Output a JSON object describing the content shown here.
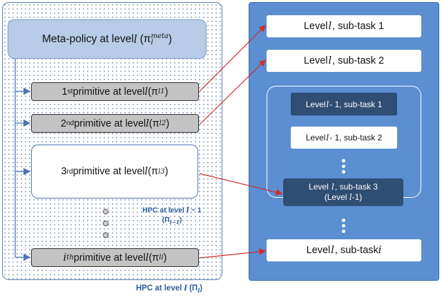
{
  "left_panel": {
    "meta_policy": {
      "text": "Meta-policy at level ",
      "var": "l",
      "paren_open": "(π",
      "sub": "l",
      "sup": "meta",
      "paren_close": ")"
    },
    "primitives": [
      {
        "ordinal": "1",
        "suffix": "st",
        "text": " primitive at level ",
        "var": "l",
        "paren_open": " (π",
        "sub": "l1",
        "paren_close": ")"
      },
      {
        "ordinal": "2",
        "suffix": "nd",
        "text": " primitive at level ",
        "var": "l",
        "paren_open": " (π",
        "sub": "l2",
        "paren_close": ")"
      },
      {
        "ordinal": "3",
        "suffix": "rd",
        "text": " primitive at level ",
        "var": "l",
        "paren_open": " (π",
        "sub": "l3",
        "paren_close": ")"
      },
      {
        "ordinal": "i",
        "suffix": "th",
        "text": " primitive at level ",
        "var": "l",
        "paren_open": " (π",
        "sub": "li",
        "paren_close": ")"
      }
    ],
    "inner_hpc_label": {
      "line1": "HPC at level ",
      "var": "l",
      "minus": " − 1",
      "line2_open": "(Π",
      "line2_sub": "l−1",
      "line2_close": ")"
    },
    "outer_hpc_label": {
      "text": "HPC at level ",
      "var": "l",
      "paren_open": " (Π",
      "sub": "l",
      "paren_close": ")"
    }
  },
  "right_panel": {
    "tasks": [
      {
        "prefix": "Level ",
        "var": "l",
        "suffix": ", sub-task 1"
      },
      {
        "prefix": "Level ",
        "var": "l",
        "suffix": ", sub-task 2"
      },
      {
        "prefix": "Level ",
        "var": "l",
        "suffix": ", sub-task ",
        "var2": "i"
      }
    ],
    "subtasks": [
      {
        "prefix": "Level ",
        "var": "l",
        "suffix": " - 1, sub-task 1"
      },
      {
        "prefix": "Level ",
        "var": "l",
        "suffix": " - 1, sub-task 2"
      }
    ],
    "task3": {
      "line1_prefix": "Level ",
      "var": "l",
      "line1_suffix": ", sub-task 3",
      "line2_open": "(Level ",
      "line2_var": "l",
      "line2_close": "-1)"
    }
  },
  "colors": {
    "panel_blue": "#5b8fd1",
    "dark_box": "#2f4e74",
    "meta_box": "#b8cbe7",
    "primitive_box": "#c3c3c3",
    "arrow_red": "#d12b2b",
    "hpc_label": "#2f5c9c"
  }
}
